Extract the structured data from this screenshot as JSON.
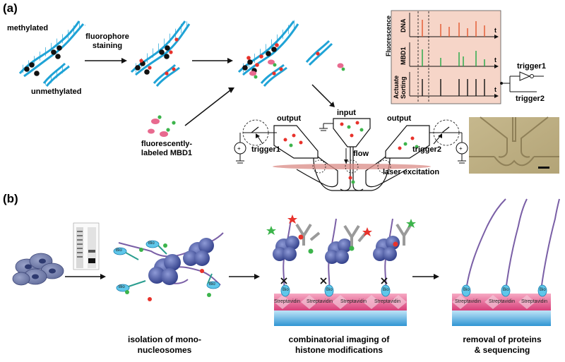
{
  "panel_a": {
    "label": "(a)",
    "methylated": "methylated",
    "unmethylated": "unmethylated",
    "staining": [
      "fluorophore",
      "staining"
    ],
    "mbd1": [
      "fluorescently-",
      "labeled MBD1"
    ],
    "output_left": "output",
    "output_right": "output",
    "input": "input",
    "flow": "flow",
    "laser": "laser excitation",
    "trigger1": "trigger1",
    "trigger2": "trigger2",
    "trigger1_out": "trigger1",
    "trigger2_out": "trigger2",
    "chart": {
      "y_fluorescence": "Fluorescence",
      "row_dna": "DNA",
      "row_mbd1": "MBD1",
      "y_sorting": [
        "Actuate",
        "Sorting"
      ],
      "t_label": "t",
      "colors": {
        "background": "#f6d5c8",
        "dna": "#e4572e",
        "mbd1": "#22a845",
        "sorting": "#111111"
      }
    }
  },
  "panel_b": {
    "label": "(b)",
    "streptavidin": "Streptavidin",
    "bio": "Bio",
    "step1": [
      "isolation of mono-",
      "nucleosomes"
    ],
    "step2": [
      "combinatorial imaging of",
      "histone modifications"
    ],
    "step3": [
      "removal of proteins",
      "& sequencing"
    ]
  },
  "colors": {
    "dna_blue": "#1fa3d6",
    "nucleosome": "#4a5aa8",
    "red_dye": "#e8322b",
    "green_dye": "#3cb44b",
    "pink": "#e86a8f",
    "glass": "#5fb7e6"
  }
}
